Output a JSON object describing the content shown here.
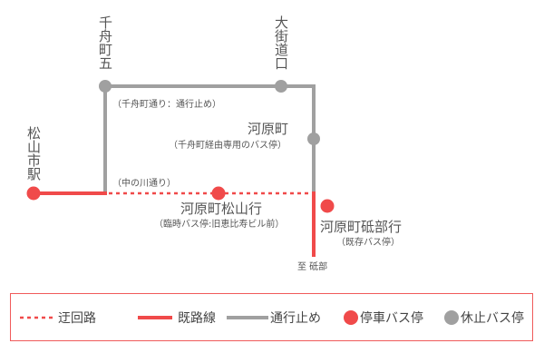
{
  "colors": {
    "detour_red": "#f04a4a",
    "stopped_gray": "#a0a0a0",
    "border_red": "#f05a5a",
    "text": "#555555"
  },
  "places": {
    "senbuncho5": "千舟町五",
    "okaido": "大街道口",
    "matsuyama_eki": "松山市駅"
  },
  "stops": {
    "kawaramachi": {
      "name": "河原町",
      "note": "（千舟町経由専用のバス停）"
    },
    "kawaramachi_matsuyama": {
      "name": "河原町松山行",
      "note": "（臨時バス停:旧恵比寿ビル前）"
    },
    "kawaramachi_tobe": {
      "name": "河原町砥部行",
      "note": "（既存バス停）"
    }
  },
  "roads": {
    "senbuncho_dori": "（千舟町通り：通行止め）",
    "nakanokawa_dori": "（中の川通り）"
  },
  "direction": "至 砥部",
  "legend": {
    "detour": "迂回路",
    "existing": "既路線",
    "closed": "通行止め",
    "active_stop": "停車バス停",
    "suspended_stop": "休止バス停"
  }
}
